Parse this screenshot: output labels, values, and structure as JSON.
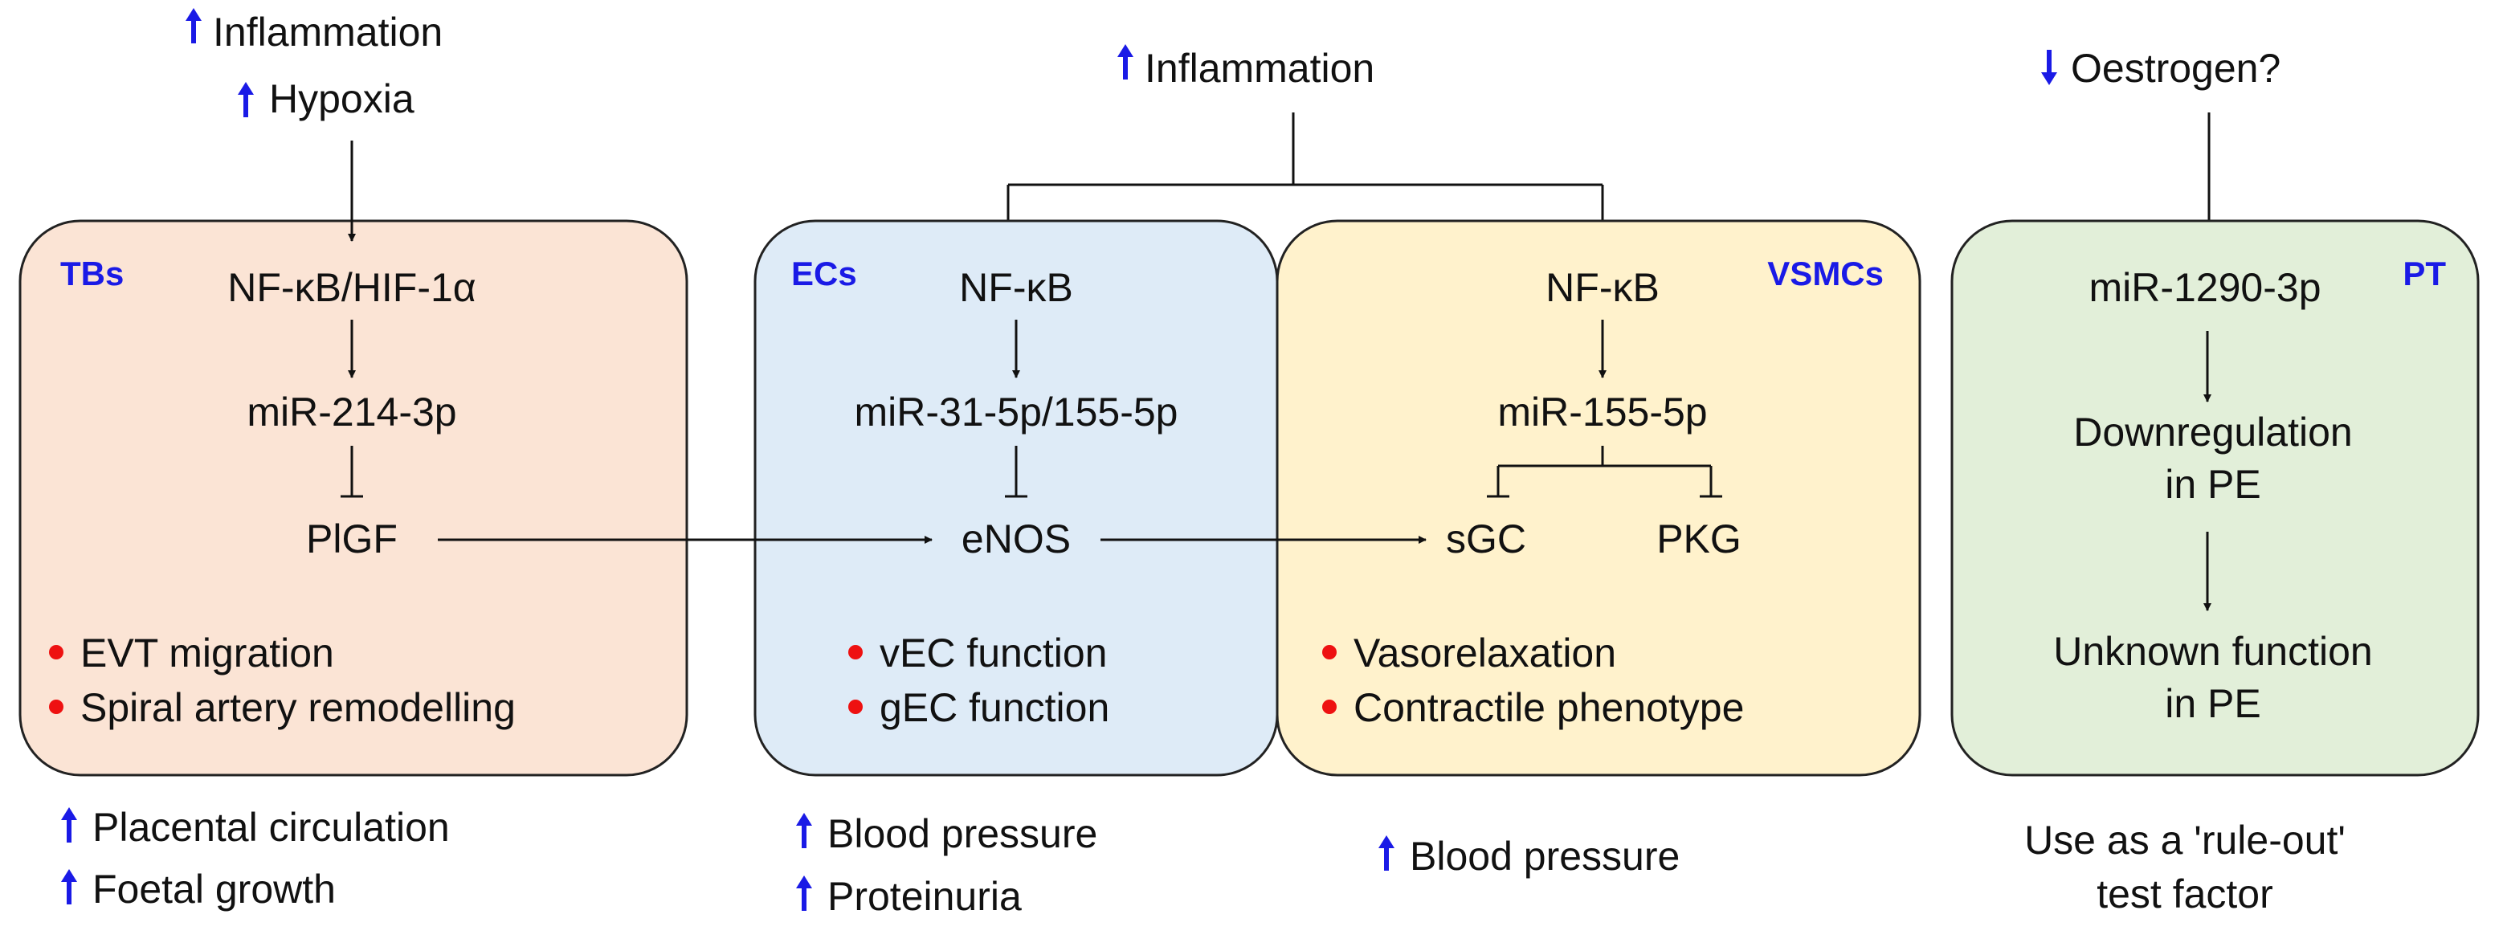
{
  "colors": {
    "tb_fill": "#fbe4d5",
    "ec_fill": "#deebf7",
    "vsmc_fill": "#fff2cc",
    "pt_fill": "#e2efd9",
    "label_blue": "#1a1ae6",
    "arrow_blue": "#1a1ae6",
    "bullet_red": "#ee1111"
  },
  "tb": {
    "label": "TBs",
    "top_factors": [
      "Inflammation",
      "Hypoxia"
    ],
    "node1": "NF-κB/HIF-1α",
    "node2": "miR-214-3p",
    "node3": "PlGF",
    "effects": [
      "EVT migration",
      "Spiral artery remodelling"
    ],
    "outcomes": [
      "Placental circulation",
      "Foetal growth"
    ]
  },
  "center_factor": "Inflammation",
  "ec": {
    "label": "ECs",
    "node1": "NF-κB",
    "node2": "miR-31-5p/155-5p",
    "node3": "eNOS",
    "effects": [
      "vEC function",
      "gEC function"
    ],
    "outcomes": [
      "Blood pressure",
      "Proteinuria"
    ]
  },
  "vsmc": {
    "label": "VSMCs",
    "node1": "NF-κB",
    "node2": "miR-155-5p",
    "node3a": "sGC",
    "node3b": "PKG",
    "effects": [
      "Vasorelaxation",
      "Contractile phenotype"
    ],
    "outcomes": [
      "Blood pressure"
    ]
  },
  "pt": {
    "label": "PT",
    "top_factor": "Oestrogen?",
    "node1": "miR-1290-3p",
    "node2_lines": [
      "Downregulation",
      "in PE"
    ],
    "node3_lines": [
      "Unknown function",
      "in PE"
    ],
    "outcome_lines": [
      "Use as a 'rule-out'",
      "test factor"
    ]
  }
}
